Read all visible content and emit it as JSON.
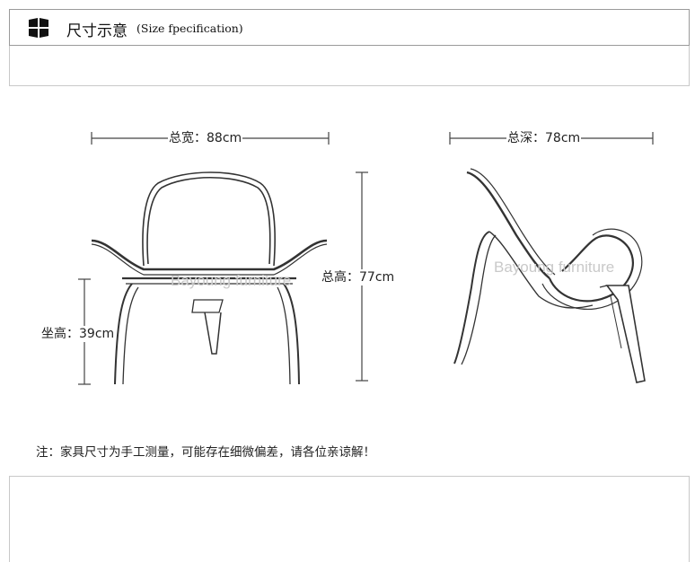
{
  "header": {
    "title": "尺寸示意",
    "subtitle": "(Size fpecification)",
    "logo_icon": "four-squares-logo-icon"
  },
  "dimensions": {
    "total_width": "总宽：88cm",
    "total_depth": "总深：78cm",
    "total_height": "总高：77cm",
    "seat_height": "坐高：39cm"
  },
  "watermarks": {
    "front": "Bayoung furniture",
    "side": "Bayoung furniture"
  },
  "note": "注：家具尺寸为手工测量，可能存在细微偏差，请各位亲谅解！",
  "colors": {
    "line": "#444444",
    "border": "#9a9a9a",
    "seat_dark": "#333333"
  }
}
